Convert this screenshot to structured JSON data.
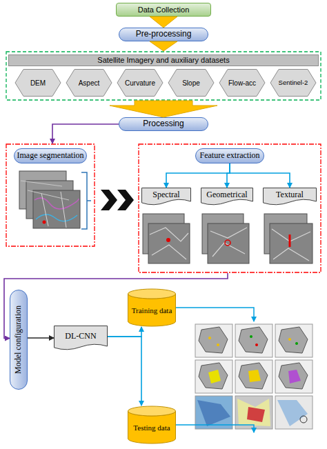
{
  "diagram": {
    "nodes": [
      {
        "text": [
          "Data Collection"
        ]
      },
      {
        "text": [
          "Pre-processing"
        ]
      },
      {
        "text": [
          "Satellite Imagery and auxiliary datasets"
        ]
      },
      {
        "text": [
          "DEM"
        ],
        "in": 2
      },
      {
        "text": [
          "Aspect"
        ],
        "in": 2
      },
      {
        "text": [
          "Curvature"
        ],
        "in": 2
      },
      {
        "text": [
          "Slope"
        ],
        "in": 2
      },
      {
        "text": [
          "Flow-acc"
        ],
        "in": 2
      },
      {
        "text": [
          "Sentinel-2"
        ],
        "in": 2
      },
      {
        "text": [
          "Processing"
        ]
      },
      {
        "text": [
          "Image segmentation"
        ]
      },
      {
        "text": [
          "Feature extraction"
        ]
      },
      {
        "text": [
          "Spectral"
        ],
        "in": 11
      },
      {
        "text": [
          "Geometrical"
        ],
        "in": 11
      },
      {
        "text": [
          "Textural"
        ],
        "in": 11
      },
      {
        "text": [
          "Model configuration"
        ]
      },
      {
        "text": [
          "DL-CNN"
        ]
      },
      {
        "text": [
          "Training data"
        ]
      },
      {
        "text": [
          "Testing data"
        ]
      }
    ],
    "edges": [
      {
        "from": 0,
        "to": 1,
        "arrow": "to"
      },
      {
        "from": 1,
        "to": 2,
        "arrow": "to"
      },
      {
        "from": 2,
        "to": 9,
        "arrow": "to"
      },
      {
        "from": 9,
        "to": 10,
        "arrow": "to"
      },
      {
        "from": 10,
        "to": 11,
        "arrow": "to"
      },
      {
        "from": 11,
        "to": 12,
        "arrow": "to"
      },
      {
        "from": 11,
        "to": 13,
        "arrow": "to"
      },
      {
        "from": 11,
        "to": 14,
        "arrow": "to"
      },
      {
        "from": 11,
        "to": 15,
        "arrow": "to"
      },
      {
        "from": 15,
        "to": 16,
        "arrow": "to"
      },
      {
        "from": 16,
        "to": 17,
        "arrow": "to"
      },
      {
        "from": 16,
        "to": 18,
        "arrow": "to"
      }
    ]
  }
}
